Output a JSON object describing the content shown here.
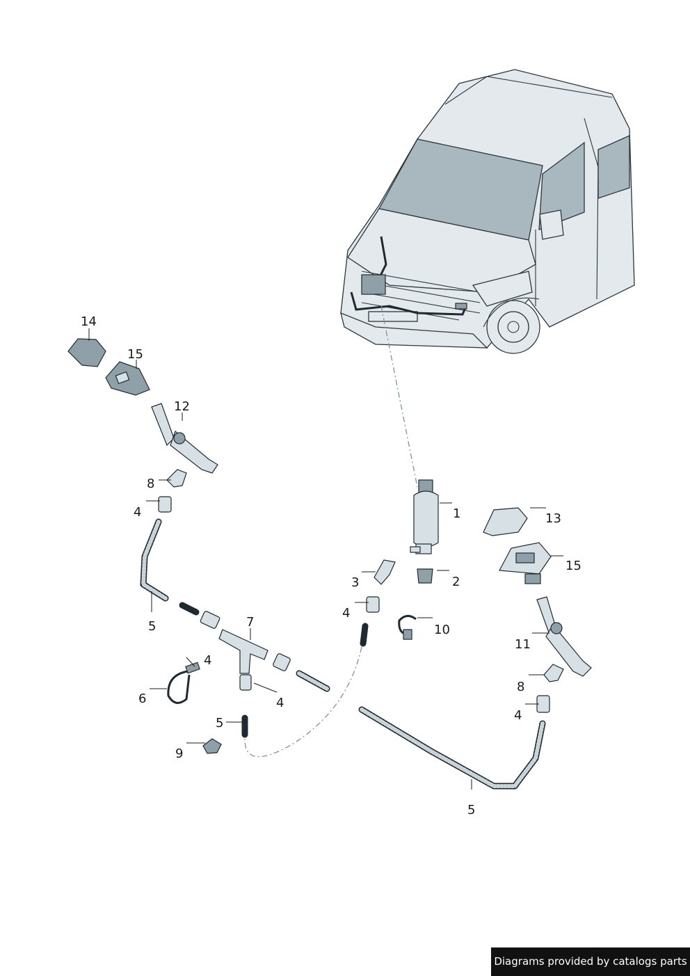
{
  "callouts": [
    {
      "id": "c14a",
      "text": "14"
    },
    {
      "id": "c15a",
      "text": "15"
    },
    {
      "id": "c12",
      "text": "12"
    },
    {
      "id": "c8a",
      "text": "8"
    },
    {
      "id": "c4a",
      "text": "4"
    },
    {
      "id": "c5a",
      "text": "5"
    },
    {
      "id": "c7",
      "text": "7"
    },
    {
      "id": "c4b",
      "text": "4"
    },
    {
      "id": "c6",
      "text": "6"
    },
    {
      "id": "c4c",
      "text": "4"
    },
    {
      "id": "c5b",
      "text": "5"
    },
    {
      "id": "c9",
      "text": "9"
    },
    {
      "id": "c1",
      "text": "1"
    },
    {
      "id": "c3",
      "text": "3"
    },
    {
      "id": "c2",
      "text": "2"
    },
    {
      "id": "c4d",
      "text": "4"
    },
    {
      "id": "c10",
      "text": "10"
    },
    {
      "id": "c13",
      "text": "13"
    },
    {
      "id": "c15b",
      "text": "15"
    },
    {
      "id": "c11",
      "text": "11"
    },
    {
      "id": "c8b",
      "text": "8"
    },
    {
      "id": "c4e",
      "text": "4"
    },
    {
      "id": "c5c",
      "text": "5"
    }
  ],
  "credit": "Diagrams provided by catalogs parts"
}
